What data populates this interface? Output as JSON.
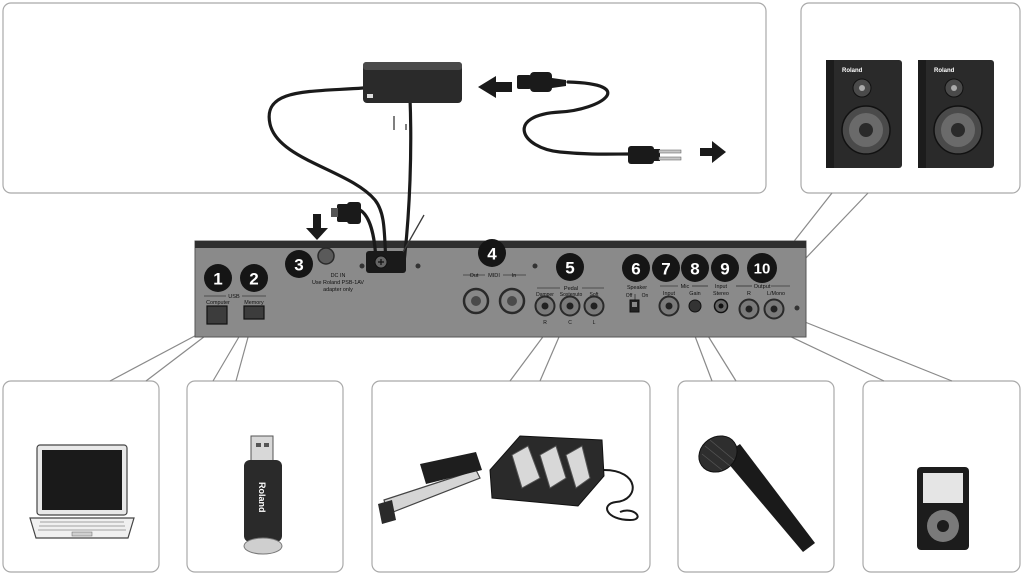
{
  "panel": {
    "badges": [
      "1",
      "2",
      "3",
      "4",
      "5",
      "6",
      "7",
      "8",
      "9",
      "10"
    ],
    "usb": {
      "group": "USB",
      "computer": "Computer",
      "memory": "Memory"
    },
    "dc_in": {
      "line1": "DC IN",
      "line2": "Use Roland PSB-1AV",
      "line3": "adapter only"
    },
    "midi": {
      "group": "MIDI",
      "out": "Out",
      "in": "In"
    },
    "pedal": {
      "group": "Pedal",
      "damper": "Damper",
      "sostenuto": "Sostenuto",
      "soft": "Soft",
      "r": "R",
      "c": "C",
      "l": "L"
    },
    "speaker": {
      "title": "Speaker",
      "off": "Off",
      "on": "On"
    },
    "mic": {
      "group": "Mic",
      "input": "Input",
      "gain": "Gain"
    },
    "input": {
      "title": "Input",
      "stereo": "Stereo"
    },
    "output": {
      "group": "Output",
      "r": "R",
      "lmono": "L/Mono"
    }
  },
  "devices": {
    "usb_stick_brand": "Roland",
    "speaker_brand": "Roland"
  },
  "colors": {
    "panel": "#8a8a8a",
    "badge": "#151515",
    "device_body": "#2a2a2a",
    "box_border": "#a9a9a9"
  },
  "icons": [
    "down-arrow-icon",
    "left-arrow-icon",
    "right-arrow-icon"
  ]
}
